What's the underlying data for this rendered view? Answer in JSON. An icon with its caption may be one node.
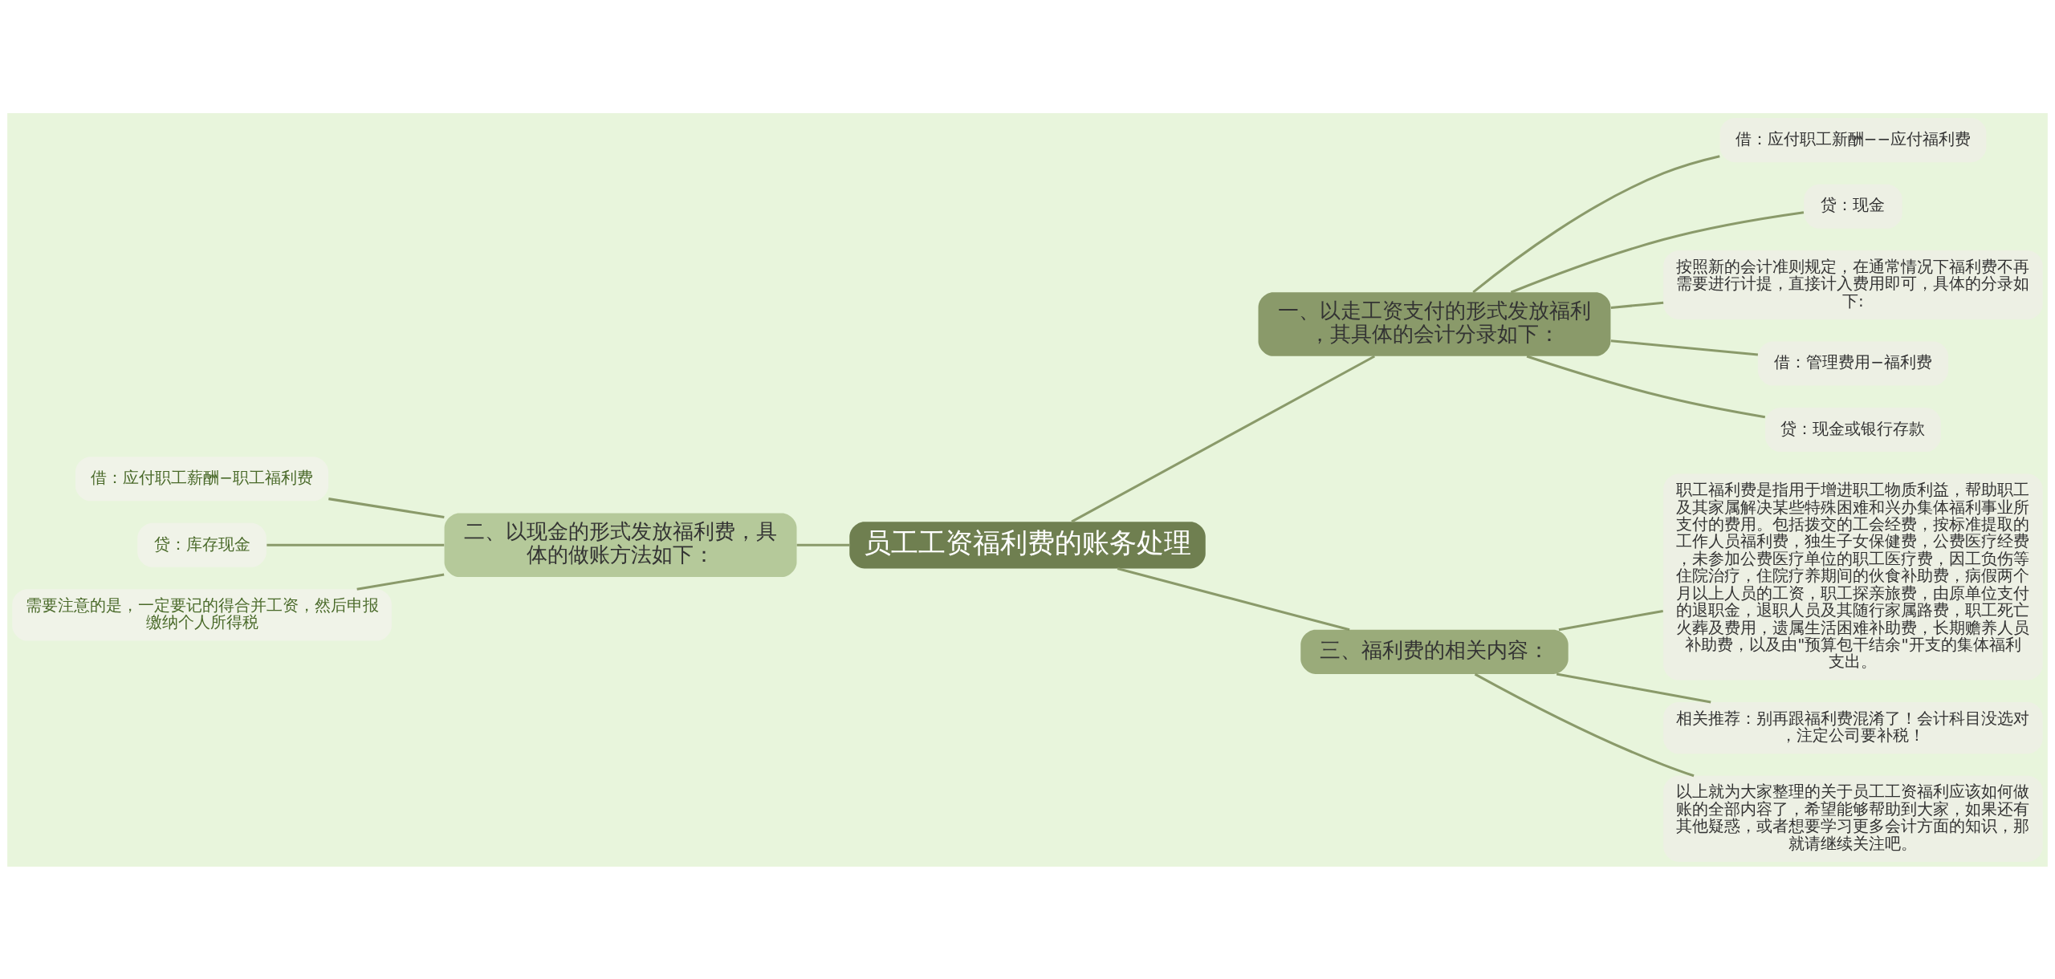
{
  "diagram": {
    "nodes": [
      {
        "text": [
          "员工工资福利费的账务处理"
        ]
      },
      {
        "text": [
          "一、以走工资支付的形式发放福利，其具体的会计分录如下："
        ]
      },
      {
        "text": [
          "借：应付职工新酬−−应付福利费"
        ]
      },
      {
        "text": [
          "贷：现金"
        ]
      },
      {
        "text": [
          "按照新的会计准则规定，在通常情况下福利费不再需要进行计提，直接计入费用即可，具体的分录如下:"
        ]
      },
      {
        "text": [
          "借：管理费用−福利费"
        ]
      },
      {
        "text": [
          "贷：现金或银行存款"
        ]
      },
      {
        "text": [
          "二、以现金的形式发放福利费，具体的做账方法如下："
        ]
      },
      {
        "text": [
          "借：应付职工薪酬−职工福利费"
        ]
      },
      {
        "text": [
          "贷：库存现金"
        ]
      },
      {
        "text": [
          "需要注意的是，一定要记的得合并工资，然后申报缴纳个人所得税"
        ]
      },
      {
        "text": [
          "三、福利费的相关内容："
        ]
      },
      {
        "text": [
          "职工福利费是指用于增进职工物质利益，帮助职工及其家属解决某些特殊困难和兴办集体福利事业所支付的费用。包括拨交的工会经费，按标准提取的工作人员福利费，独生子女保健费，公费医疗经费，未参加公费医疗单位的职工医疗费，因工负伤等住院治疗，住院疗养期间的伙食补助费，病假两个月以上人员的工资，职工探亲旅费，由原单位支付的退职金，退职人员及其随行家属路费，职工死亡火葬及费用，遗属生活困难补助费，长期赡养人员补助费，以及由\"预算包干结余\"开支的集体福利支出。"
        ]
      },
      {
        "text": [
          "相关推荐：别再跟福利费混淆了！会计科目没选对，注定公司要补税！"
        ]
      },
      {
        "text": [
          "以上就为大家整理的关于员工工资福利应该如何做账的全部内容了，希望能够帮助到大家，如果还有其他疑惑，或者想要学习更多会计方面的知识，那就请继续关注吧。"
        ]
      }
    ],
    "edges": [
      {
        "from": 0,
        "to": 1,
        "arrow": "none"
      },
      {
        "from": 1,
        "to": 2,
        "arrow": "none"
      },
      {
        "from": 1,
        "to": 3,
        "arrow": "none"
      },
      {
        "from": 1,
        "to": 4,
        "arrow": "none"
      },
      {
        "from": 1,
        "to": 5,
        "arrow": "none"
      },
      {
        "from": 1,
        "to": 6,
        "arrow": "none"
      },
      {
        "from": 0,
        "to": 7,
        "arrow": "none"
      },
      {
        "from": 7,
        "to": 8,
        "arrow": "none"
      },
      {
        "from": 7,
        "to": 9,
        "arrow": "none"
      },
      {
        "from": 7,
        "to": 10,
        "arrow": "none"
      },
      {
        "from": 0,
        "to": 11,
        "arrow": "none"
      },
      {
        "from": 11,
        "to": 12,
        "arrow": "none"
      },
      {
        "from": 11,
        "to": 13,
        "arrow": "none"
      },
      {
        "from": 11,
        "to": 14,
        "arrow": "none"
      }
    ]
  }
}
